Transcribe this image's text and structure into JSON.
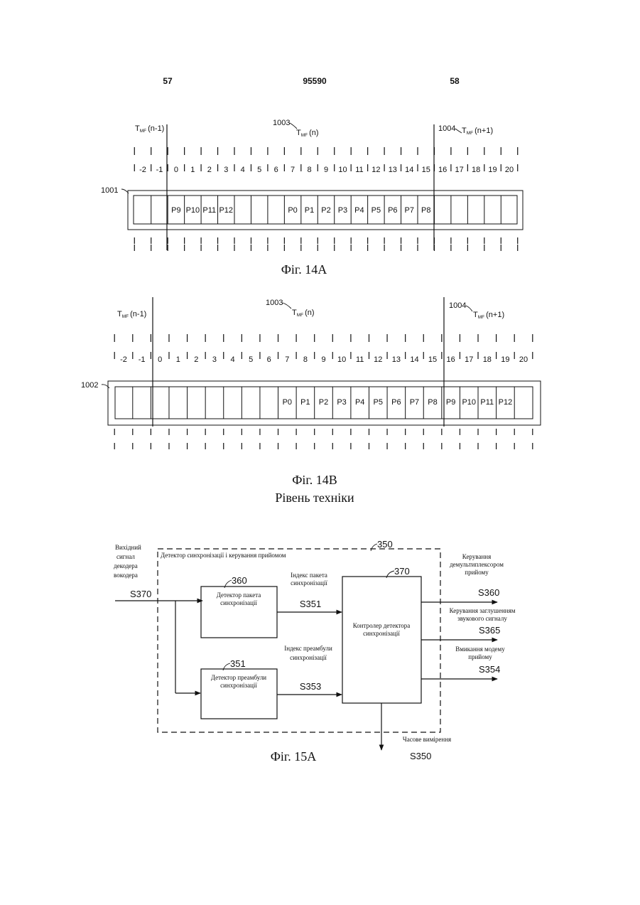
{
  "header": {
    "left_page": "57",
    "patent_number": "95590",
    "right_page": "58"
  },
  "fig14a": {
    "caption": "Фіг. 14А",
    "ref_label": "1001",
    "marker_prev": {
      "main": "T",
      "sub": "MF",
      "arg": "(n-1)"
    },
    "marker_cur": {
      "ref": "1003",
      "main": "T",
      "sub": "MF",
      "arg": "(n)"
    },
    "marker_next": {
      "ref": "1004",
      "main": "T",
      "sub": "MF",
      "arg": "(n+1)"
    },
    "slots": [
      "-2",
      "-1",
      "0",
      "1",
      "2",
      "3",
      "4",
      "5",
      "6",
      "7",
      "8",
      "9",
      "10",
      "11",
      "12",
      "13",
      "14",
      "15",
      "16",
      "17",
      "18",
      "19",
      "20"
    ],
    "packets": [
      "",
      "",
      "P9",
      "P10",
      "P11",
      "P12",
      "",
      "",
      "",
      "P0",
      "P1",
      "P2",
      "P3",
      "P4",
      "P5",
      "P6",
      "P7",
      "P8",
      "",
      "",
      "",
      "",
      ""
    ]
  },
  "fig14b": {
    "caption": "Фіг. 14В",
    "subcaption": "Рівень техніки",
    "ref_label": "1002",
    "marker_prev": {
      "main": "T",
      "sub": "MF",
      "arg": "(n-1)"
    },
    "marker_cur": {
      "ref": "1003",
      "main": "T",
      "sub": "MF",
      "arg": "(n)"
    },
    "marker_next": {
      "ref": "1004",
      "main": "T",
      "sub": "MF",
      "arg": "(n+1)"
    },
    "slots": [
      "-2",
      "-1",
      "0",
      "1",
      "2",
      "3",
      "4",
      "5",
      "6",
      "7",
      "8",
      "9",
      "10",
      "11",
      "12",
      "13",
      "14",
      "15",
      "16",
      "17",
      "18",
      "19",
      "20"
    ],
    "packets": [
      "",
      "",
      "",
      "",
      "",
      "",
      "",
      "",
      "",
      "P0",
      "P1",
      "P2",
      "P3",
      "P4",
      "P5",
      "P6",
      "P7",
      "P8",
      "P9",
      "P10",
      "P11",
      "P12",
      ""
    ]
  },
  "fig15a": {
    "caption": "Фіг. 15А",
    "input_label": [
      "Вихідний",
      "сигнал",
      "декодера",
      "вокодера"
    ],
    "input_signal": "S370",
    "outer_box_title": "Детектор синхронізації і керування прийомом",
    "outer_ref": "350",
    "packet_detector": {
      "ref": "360",
      "lines": [
        "Детектор пакета",
        "синхронізації"
      ]
    },
    "preamble_detector": {
      "ref": "351",
      "lines": [
        "Детектор преамбули",
        "синхронізації"
      ]
    },
    "controller": {
      "ref": "370",
      "lines": [
        "Контролер детектора",
        "синхронізації"
      ]
    },
    "packet_index": {
      "lines": [
        "Індекс пакета",
        "синхронізації"
      ],
      "signal": "S351"
    },
    "preamble_index": {
      "lines": [
        "Індекс преамбули",
        "синхронізації"
      ],
      "signal": "S353"
    },
    "outputs": [
      {
        "lines": [
          "Керування",
          "демультиплексором",
          "прийому"
        ],
        "signal": "S360"
      },
      {
        "lines": [
          "Керування заглушенням",
          "звукового сигналу"
        ],
        "signal": "S365"
      },
      {
        "lines": [
          "Вмикання модему",
          "прийому"
        ],
        "signal": "S354"
      }
    ],
    "timing": {
      "label": "Часове вимірення",
      "signal": "S350"
    }
  }
}
